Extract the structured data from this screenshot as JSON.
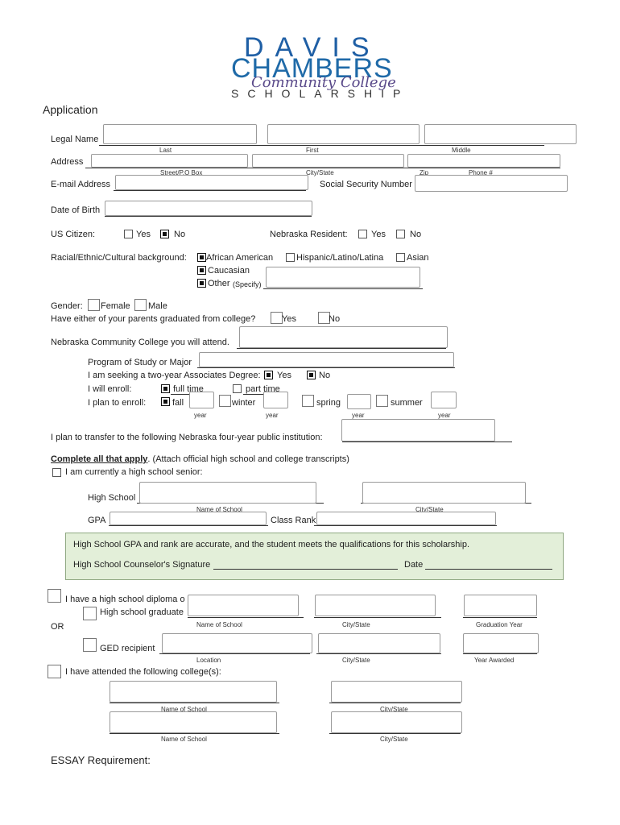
{
  "logo": {
    "line1": "DAVIS",
    "line2": "CHAMBERS",
    "line3": "Community College",
    "line4": "SCHOLARSHIP"
  },
  "heading": "Application",
  "legal_name": {
    "label": "Legal Name",
    "cap_last": "Last",
    "cap_first": "First",
    "cap_middle": "Middle"
  },
  "address": {
    "label": "Address",
    "cap_street": "Street/P.O Box",
    "cap_city": "City/State",
    "cap_zip": "Zip",
    "cap_phone": "Phone #"
  },
  "email": {
    "label": "E-mail Address",
    "ssn_label": "Social Security Number"
  },
  "dob": {
    "label": "Date of Birth"
  },
  "citizen": {
    "label": "US Citizen:",
    "yes": "Yes",
    "no": "No",
    "resident_label": "Nebraska Resident:",
    "res_yes": "Yes",
    "res_no": "No"
  },
  "racial": {
    "label": "Racial/Ethnic/Cultural background:",
    "opt1": "African American",
    "opt2": "Hispanic/Latino/Latina",
    "opt3": "Asian",
    "opt4": "Caucasian",
    "opt5": "Other",
    "specify": "(Specify)"
  },
  "gender": {
    "label": "Gender:",
    "female": "Female",
    "male": "Male"
  },
  "parents": {
    "label": "Have either of your parents graduated from college?",
    "yes": "Yes",
    "no": "No"
  },
  "college": {
    "label": "Nebraska Community College you will attend."
  },
  "program": {
    "label": "Program of Study or Major"
  },
  "degree": {
    "label": "I am seeking a two-year Associates Degree:",
    "yes": "Yes",
    "no": "No"
  },
  "enroll": {
    "label": "I will enroll:",
    "full": "full time",
    "part": "part time"
  },
  "plan": {
    "label": "I plan to enroll:",
    "fall": "fall",
    "winter": "winter",
    "spring": "spring",
    "summer": "summer",
    "year": "year"
  },
  "transfer": {
    "label": "I plan to transfer to the following Nebraska four-year public institution:"
  },
  "apply": {
    "bold": "Complete all that apply",
    "rest": ".  (Attach official high school and college transcripts)",
    "senior": "I am currently a high school senior:"
  },
  "hs": {
    "label": "High School",
    "cap_name": "Name of School",
    "cap_city": "City/State",
    "gpa": "GPA",
    "rank": "Class Rank"
  },
  "counselor": {
    "text": "High School GPA and rank are accurate, and the student meets the qualifications for this scholarship.",
    "sig": "High School Counselor's Signature",
    "date": "Date"
  },
  "diploma": {
    "label": "I have a high school diploma o",
    "grad": "High school graduate",
    "or": "OR",
    "ged": "GED recipient",
    "cap_name": "Name of School",
    "cap_city": "City/State",
    "cap_grad_year": "Graduation Year",
    "cap_location": "Location",
    "cap_city2": "City/State",
    "cap_year_awarded": "Year Awarded"
  },
  "colleges": {
    "label": "I have attended the following college(s):",
    "cap_name": "Name of School",
    "cap_city": "City/State"
  },
  "essay": {
    "label": "ESSAY Requirement:"
  }
}
